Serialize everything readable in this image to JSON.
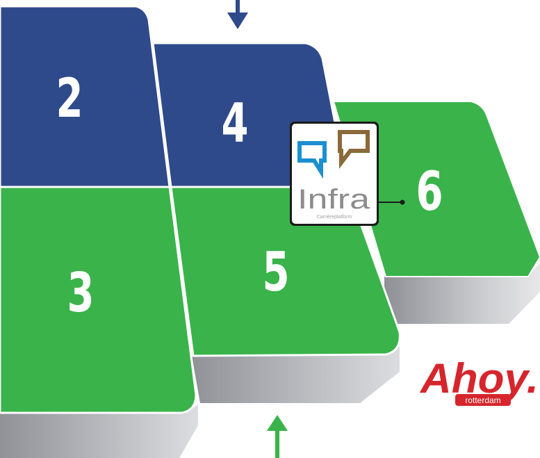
{
  "floorplan": {
    "halls": [
      {
        "id": "hall-2",
        "number": "2",
        "color": "#2f4a8a"
      },
      {
        "id": "hall-3",
        "number": "3",
        "color": "#3ab34a"
      },
      {
        "id": "hall-4",
        "number": "4",
        "color": "#2f4a8a"
      },
      {
        "id": "hall-5",
        "number": "5",
        "color": "#3ab34a"
      },
      {
        "id": "hall-6",
        "number": "6",
        "color": "#3ab34a"
      }
    ],
    "entrance_arrow_color": "#2f4a8a",
    "exit_arrow_color": "#3ab34a"
  },
  "booth_marker": {
    "logo_text": "Infra",
    "logo_subtext": "Carrièreplatform",
    "bubble_colors": [
      "#1c8fd0",
      "#8a6a3a"
    ]
  },
  "venue_logo": {
    "name": "Ahoy.",
    "city": "rotterdam",
    "color": "#d6252c"
  }
}
